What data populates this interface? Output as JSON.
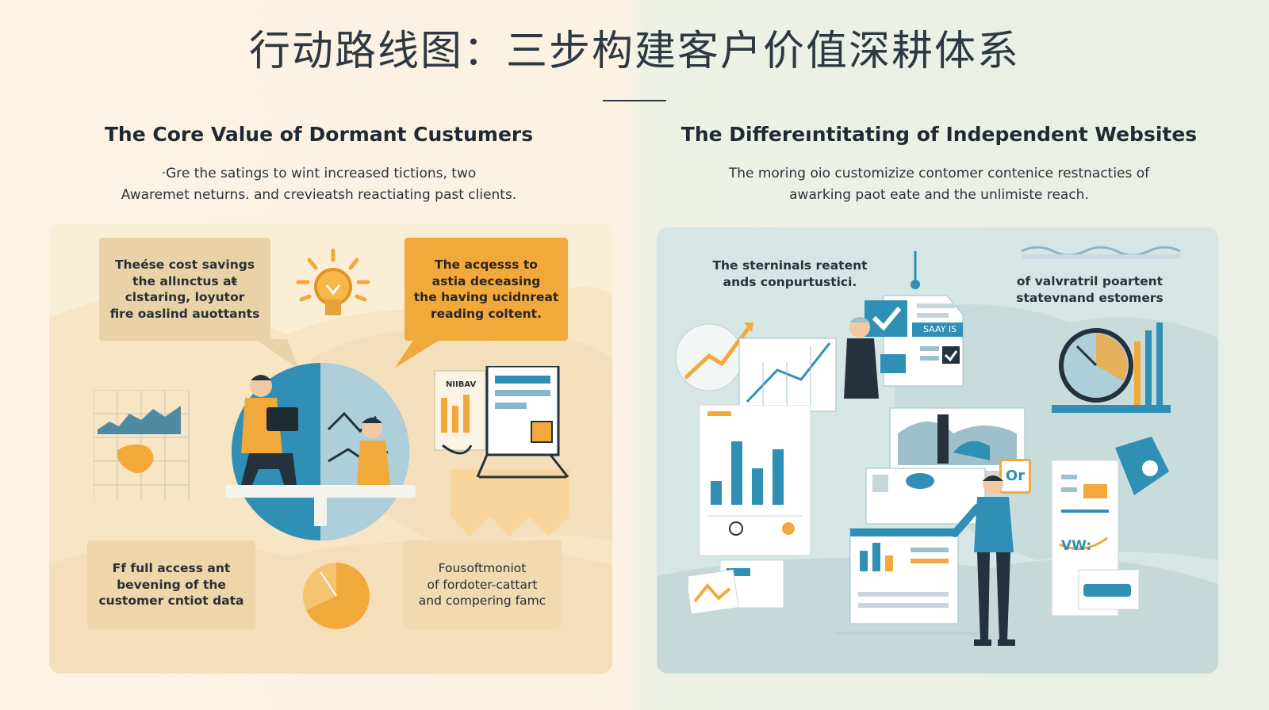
{
  "page": {
    "title": "行动路线图：三步构建客户价值深耕体系"
  },
  "left": {
    "heading": "The Core Value of Dormant Custumers",
    "subtitle_line1": "·Gre the satings to wint increased tictions, two",
    "subtitle_line2": "Awaremet neturns. and crevieatsh reactiating past clients.",
    "box_top_left": "Theése cost savings\nthe allınctus aŧ\nclstaring, loyutor\nfire oaslind auottants",
    "box_top_right": "The acqesss to\nastia deceasing\nthe having ucidnreat\nreading coltent.",
    "box_bottom_left": "Ff full access ant\nbevening of the\ncustomer cntiot data",
    "box_bottom_right": "Fousoftmoniot\nof fordoter-cattart\nand compering famc",
    "dashboard_label": "NIIBAV"
  },
  "right": {
    "heading": "The Differeıntitating of Independent Websites",
    "subtitle_line1": "The moring oio customizize contomer contenice restnacties of",
    "subtitle_line2": "awarking paot eate and the unlimiste reach.",
    "note_left": "The sterninals reatent\nands conpurtustici.",
    "note_right": "of valvratril poartent\nstatevnand estomers",
    "tag_label": "SAAY IS",
    "sign_label": "Or",
    "screen_label": "VW:"
  },
  "colors": {
    "orange": "#f2a93b",
    "teal": "#2f9cc0",
    "navy": "#23323d"
  }
}
